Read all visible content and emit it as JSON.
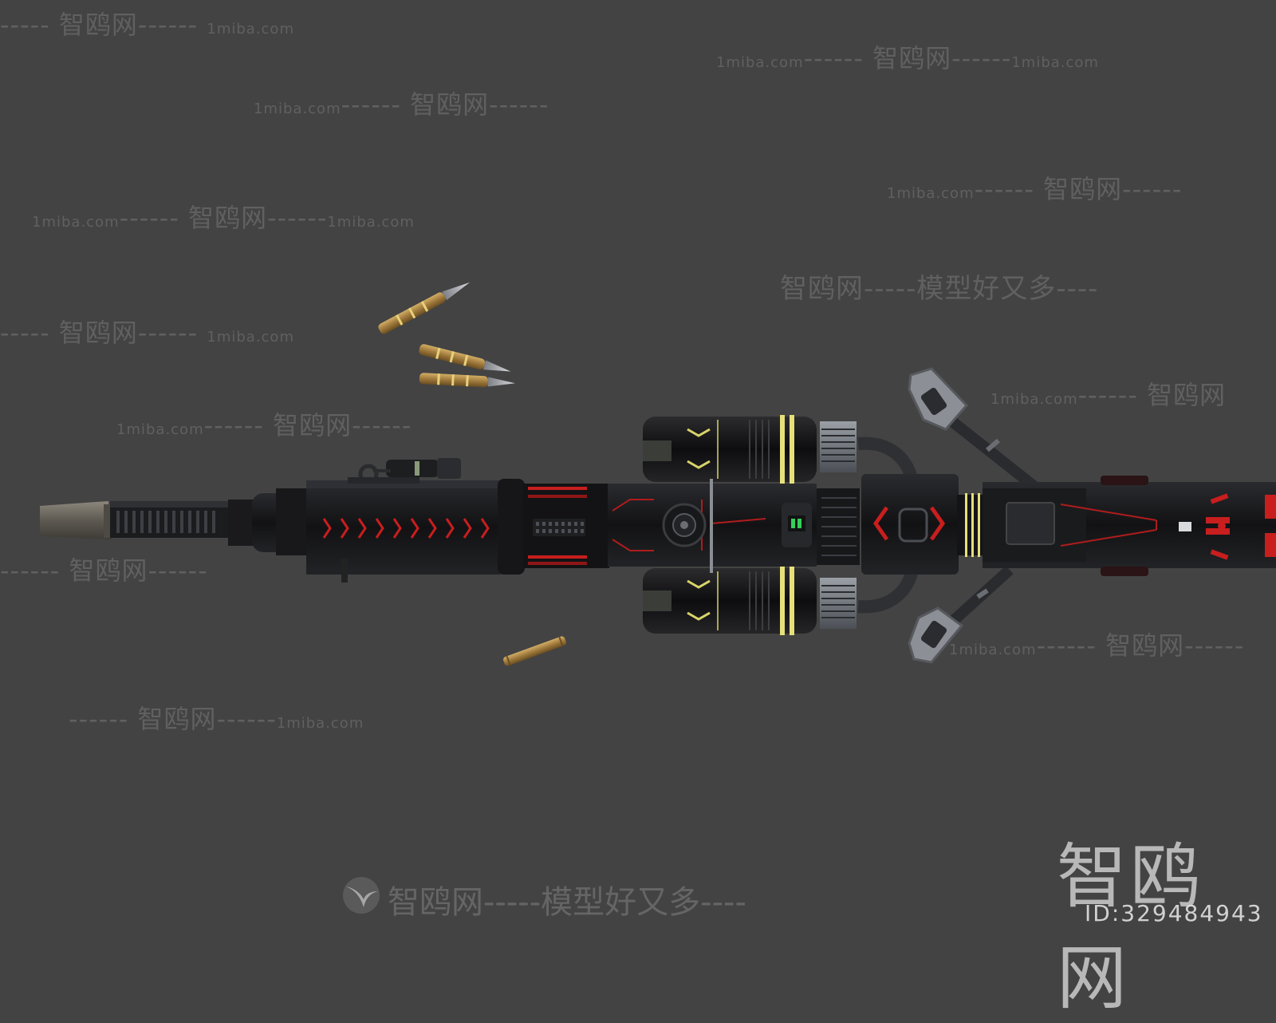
{
  "watermarks": {
    "brand_cn": "智鸥网",
    "domain": "1miba.com",
    "slogan_line": "智鸥网-----模型好又多----",
    "dash_segment": "------",
    "dash_short": "-----"
  },
  "logo": {
    "text": "智鸥网",
    "id_label": "ID:329484943"
  },
  "colors": {
    "background": "#434343",
    "gun_body": "#141416",
    "accent_red": "#c81e1e",
    "accent_yellow": "#e6e07a",
    "metal_gray": "#8a8d92",
    "brass": "#b08a4a"
  },
  "scene": {
    "subject": "sci-fi gatling rifle 3D model render",
    "bullet_count": 4
  }
}
